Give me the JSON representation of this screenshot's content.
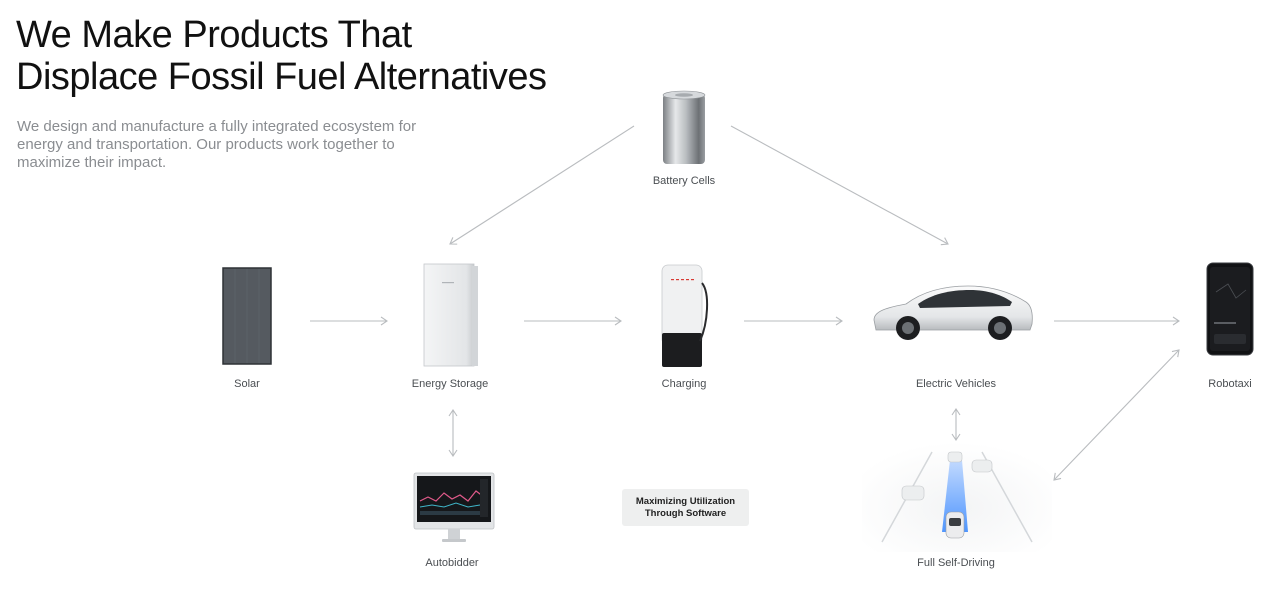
{
  "headline": {
    "line1": "We Make Products That",
    "line2": "Displace Fossil Fuel Alternatives"
  },
  "subtitle": "We design and manufacture a fully integrated ecosystem for energy and transportation. Our products work together to maximize their impact.",
  "nodes": {
    "battery_cells": "Battery Cells",
    "solar": "Solar",
    "energy_storage": "Energy Storage",
    "charging": "Charging",
    "electric_vehicles": "Electric Vehicles",
    "robotaxi": "Robotaxi",
    "autobidder": "Autobidder",
    "full_self_driving": "Full Self-Driving"
  },
  "badge": {
    "line1": "Maximizing Utilization",
    "line2": "Through Software"
  },
  "colors": {
    "arrow": "#b9bcbf",
    "label": "#4a4e52",
    "subtitle": "#8a8d91",
    "badge_bg": "#eeefef",
    "road_blue": "#3d8bff"
  }
}
